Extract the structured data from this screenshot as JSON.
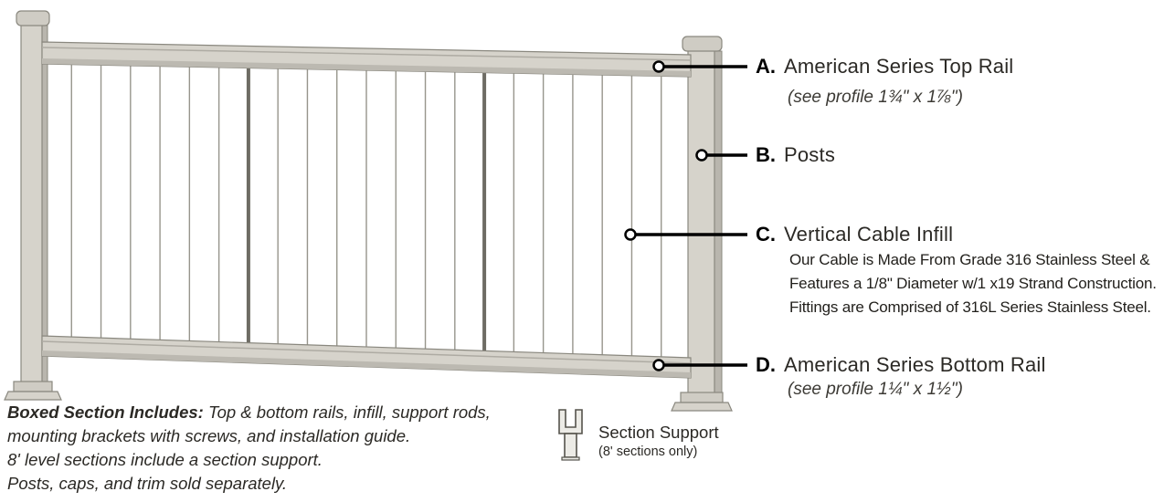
{
  "callouts": [
    {
      "letter": "A.",
      "label": "American Series Top Rail",
      "sub": "(see profile 1¾\" x 1⅞\")"
    },
    {
      "letter": "B.",
      "label": "Posts"
    },
    {
      "letter": "C.",
      "label": "Vertical Cable Infill",
      "desc": [
        "Our Cable is Made From Grade 316 Stainless Steel &",
        "Features a 1/8\" Diameter w/1 x19 Strand Construction.",
        "Fittings are Comprised of 316L Series Stainless Steel."
      ]
    },
    {
      "letter": "D.",
      "label": "American Series Bottom Rail",
      "sub": "(see profile 1¼\" x 1½\")"
    }
  ],
  "footer": {
    "lead": "Boxed Section Includes:",
    "line1_rest": " Top & bottom rails, infill, support rods,",
    "line2": "mounting brackets with screws, and installation guide.",
    "line3": "8' level sections include a section support.",
    "line4": "Posts, caps, and trim sold separately."
  },
  "section_support": {
    "label": "Section Support",
    "note": "(8' sections only)"
  },
  "diagram": {
    "cable_count": 21,
    "rod_indices": [
      7,
      15
    ]
  },
  "colors": {
    "rail_fill": "#d6d3cb",
    "rail_shade": "#bcb9b1",
    "rail_edge": "#8a887f",
    "post_side": "#b9b6ae",
    "cable": "#97958c",
    "rod": "#6e6c64",
    "callout_line": "#000000",
    "text": "#2b2925"
  }
}
